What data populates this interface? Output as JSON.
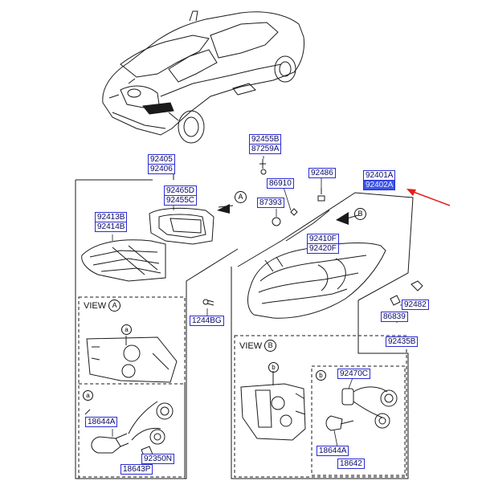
{
  "labels": {
    "p92455": [
      "92455B",
      "87259A"
    ],
    "p92405": [
      "92405",
      "92406"
    ],
    "p92486": "92486",
    "p92401": [
      "92401A",
      "92402A"
    ],
    "p86910": "86910",
    "p92465": [
      "92465D",
      "92455C"
    ],
    "p87393": "87393",
    "p92413": [
      "92413B",
      "92414B"
    ],
    "p92410": [
      "92410F",
      "92420F"
    ],
    "p92482": "92482",
    "p86839": "86839",
    "p1244": "1244BG",
    "p92435": "92435B",
    "p92470": "92470C",
    "p18644_left": "18644A",
    "p92350": "92350N",
    "p18643": "18643P",
    "p18644_right": "18644A",
    "p18642": "18642"
  },
  "views": {
    "view_a": {
      "text": "VIEW",
      "letter": "A"
    },
    "view_b": {
      "text": "VIEW",
      "letter": "B"
    }
  },
  "callouts": {
    "arrow_a": "A",
    "arrow_b": "B",
    "sub_a": "a",
    "sub_a2": "a",
    "sub_b": "b",
    "sub_b2": "b"
  },
  "colors": {
    "label_border": "#2b2bd6",
    "label_text": "#0a0a66",
    "highlight": "#3a56e8",
    "pointer_arrow": "#e02020"
  }
}
